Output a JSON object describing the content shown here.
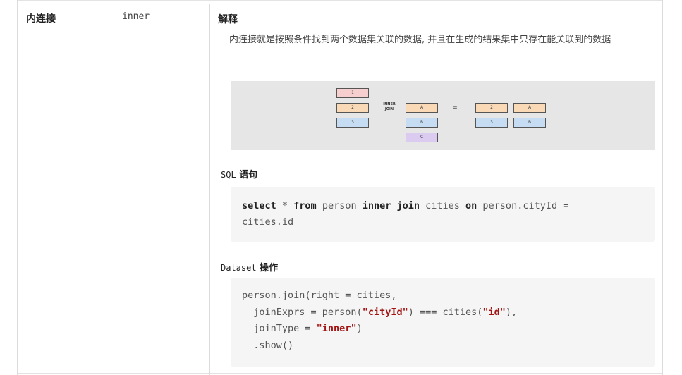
{
  "row": {
    "name": "内连接",
    "key": "inner"
  },
  "explain": {
    "heading": "解释",
    "text": "内连接就是按照条件找到两个数据集关联的数据, 并且在生成的结果集中只存在能关联到的数据"
  },
  "diagram": {
    "left_table": [
      "1",
      "2",
      "3"
    ],
    "join_label_line1": "INNER",
    "join_label_line2": "JOIN",
    "right_table": [
      "A",
      "B",
      "C"
    ],
    "equals": "=",
    "result_left": [
      "2",
      "3"
    ],
    "result_right": [
      "A",
      "B"
    ],
    "colors": {
      "red": "#f7cfcf",
      "orange": "#f9d9b6",
      "blue": "#c6dcf2",
      "purple": "#dccbf0"
    }
  },
  "sql": {
    "heading_mono": "SQL",
    "heading_text": "语句",
    "kw_select": "select",
    "t_star": " * ",
    "kw_from": "from",
    "t_person": " person ",
    "kw_inner_join": "inner join",
    "t_cities": " cities ",
    "kw_on": "on",
    "t_cond1": " person.cityId =",
    "t_cond2": "cities.id"
  },
  "dataset": {
    "heading_mono": "Dataset",
    "heading_text": "操作",
    "l1": "person.join(right = cities,",
    "l2a": "  joinExprs = person(",
    "l2s1": "\"cityId\"",
    "l2b": ") === cities(",
    "l2s2": "\"id\"",
    "l2c": "),",
    "l3a": "  joinType = ",
    "l3s": "\"inner\"",
    "l3b": ")",
    "l4": "  .show()"
  }
}
